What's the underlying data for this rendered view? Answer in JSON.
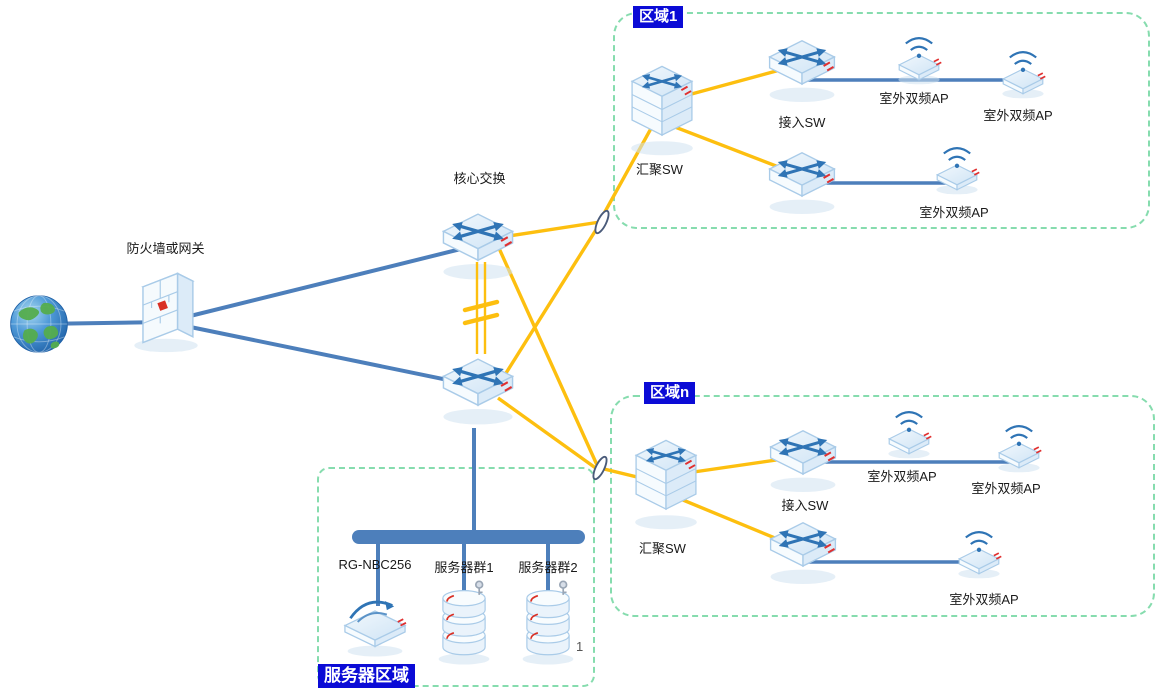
{
  "colors": {
    "link_blue": "#4d7fbb",
    "link_yellow": "#fdbf0f",
    "zone_border_green": "#86dcae",
    "badge_bg": "#0b0bd6",
    "badge_text": "#ffffff",
    "device_blue": "#2f74b5",
    "device_red_accent": "#e03030"
  },
  "labels": {
    "firewall": "防火墙或网关",
    "core_switch": "核心交换",
    "zone1_badge": "区域1",
    "zone1_agg": "汇聚SW",
    "zone1_access": "接入SW",
    "zone1_ap1": "室外双频AP",
    "zone1_ap2": "室外双频AP",
    "zone1_ap3": "室外双频AP",
    "zonen_badge": "区域n",
    "zonen_agg": "汇聚SW",
    "zonen_access": "接入SW",
    "zonen_ap1": "室外双频AP",
    "zonen_ap2": "室外双频AP",
    "zonen_ap3": "室外双频AP",
    "server_zone_badge": "服务器区域",
    "server_nbc": "RG-NBC256",
    "server_group1": "服务器群1",
    "server_group2": "服务器群2",
    "page_number": "1"
  },
  "topology": {
    "edges": [
      {
        "from": "internet-globe",
        "to": "firewall",
        "color": "blue"
      },
      {
        "from": "firewall",
        "to": "core-switch-1",
        "color": "blue"
      },
      {
        "from": "firewall",
        "to": "core-switch-2",
        "color": "blue"
      },
      {
        "from": "core-switch-1",
        "to": "core-switch-2",
        "type": "stack-link",
        "color": "yellow"
      },
      {
        "from": "core-switch-1",
        "to": "zone1-agg-switch",
        "type": "fiber",
        "color": "yellow"
      },
      {
        "from": "core-switch-2",
        "to": "zone1-agg-switch",
        "type": "fiber",
        "color": "yellow"
      },
      {
        "from": "core-switch-1",
        "to": "zonen-agg-switch",
        "type": "fiber",
        "color": "yellow"
      },
      {
        "from": "core-switch-2",
        "to": "zonen-agg-switch",
        "type": "fiber",
        "color": "yellow"
      },
      {
        "from": "zone1-agg-switch",
        "to": "zone1-access-switch-1",
        "color": "yellow"
      },
      {
        "from": "zone1-agg-switch",
        "to": "zone1-access-switch-2",
        "color": "yellow"
      },
      {
        "from": "zone1-access-switch-1",
        "to": "zone1-ap-1",
        "color": "blue"
      },
      {
        "from": "zone1-ap-1",
        "to": "zone1-ap-2",
        "color": "blue"
      },
      {
        "from": "zone1-access-switch-2",
        "to": "zone1-ap-3",
        "color": "blue"
      },
      {
        "from": "zonen-agg-switch",
        "to": "zonen-access-switch-1",
        "color": "yellow"
      },
      {
        "from": "zonen-agg-switch",
        "to": "zonen-access-switch-2",
        "color": "yellow"
      },
      {
        "from": "zonen-access-switch-1",
        "to": "zonen-ap-1",
        "color": "blue"
      },
      {
        "from": "zonen-ap-1",
        "to": "zonen-ap-2",
        "color": "blue"
      },
      {
        "from": "zonen-access-switch-2",
        "to": "zonen-ap-3",
        "color": "blue"
      },
      {
        "from": "core-switch-2",
        "to": "server-bus",
        "color": "blue"
      },
      {
        "from": "server-bus",
        "to": "rg-nbc256",
        "color": "blue"
      },
      {
        "from": "server-bus",
        "to": "server-group-1",
        "color": "blue"
      },
      {
        "from": "server-bus",
        "to": "server-group-2",
        "color": "blue"
      }
    ]
  }
}
